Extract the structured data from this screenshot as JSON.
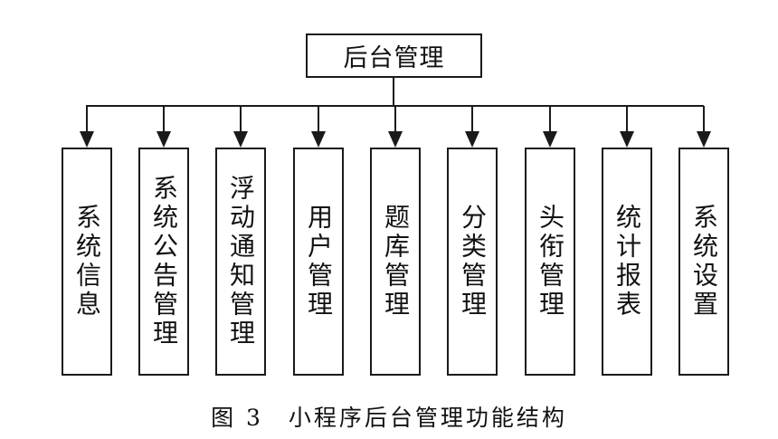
{
  "diagram": {
    "root": {
      "label": "后台管理"
    },
    "children": [
      {
        "label": "系统信息"
      },
      {
        "label": "系统公告管理"
      },
      {
        "label": "浮动通知管理"
      },
      {
        "label": "用户管理"
      },
      {
        "label": "题库管理"
      },
      {
        "label": "分类管理"
      },
      {
        "label": "头衔管理"
      },
      {
        "label": "统计报表"
      },
      {
        "label": "系统设置"
      }
    ]
  },
  "caption": {
    "figure": "图 3",
    "text": "小程序后台管理功能结构"
  },
  "colors": {
    "line": "#1a1a1a",
    "text": "#111111",
    "background": "#ffffff"
  }
}
